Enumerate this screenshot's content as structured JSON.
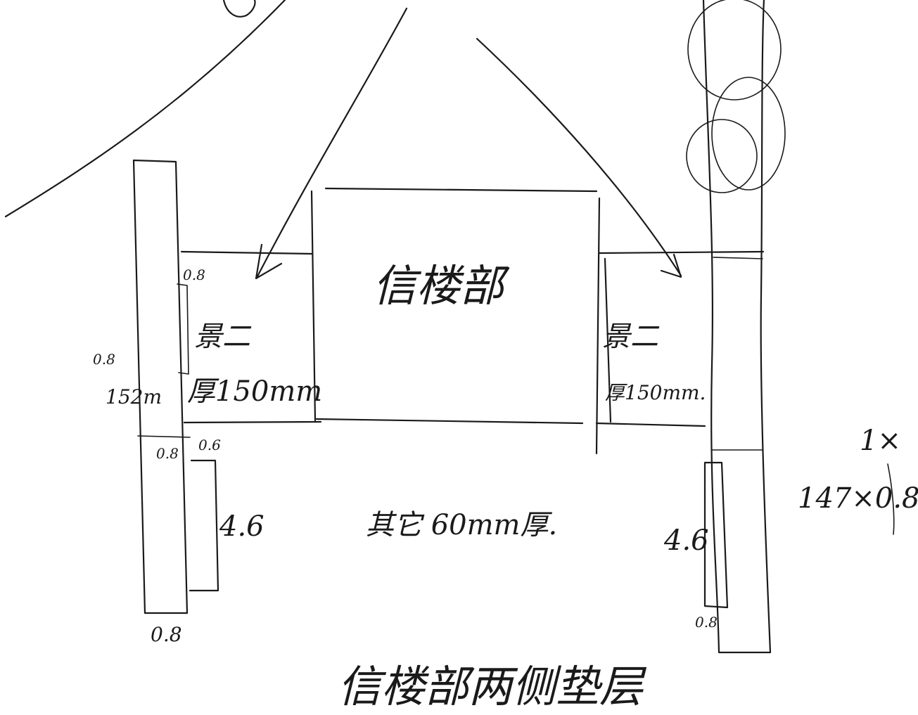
{
  "title": "信楼部两侧垫层",
  "center_block": {
    "label": "信楼部"
  },
  "left_block": {
    "line1": "景二",
    "line2": "厚150mm"
  },
  "right_block": {
    "line1": "景二",
    "line2": "厚150mm."
  },
  "other_note": "其它 60mm厚.",
  "left_dimensions": {
    "top_gap": "0.8",
    "height": "152m",
    "circled": "0.8",
    "mid_a": "0.8",
    "mid_b": "0.6",
    "lower_height": "4.6",
    "bottom": "0.8"
  },
  "right_dimensions": {
    "lower_height": "4.6",
    "bottom": "0.8",
    "size_1": "1×",
    "size_2": "147×0.8"
  }
}
